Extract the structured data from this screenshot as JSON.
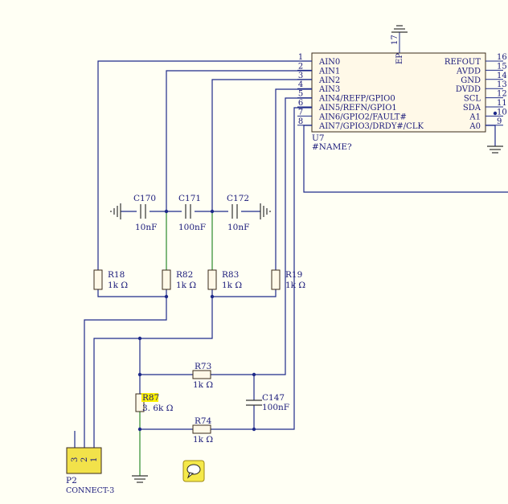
{
  "chip": {
    "designator": "U7",
    "name_field": "#NAME?",
    "ep_label": "EP",
    "ep_pin": "17",
    "left_pins": [
      {
        "num": "1",
        "name": "AIN0"
      },
      {
        "num": "2",
        "name": "AIN1"
      },
      {
        "num": "3",
        "name": "AIN2"
      },
      {
        "num": "4",
        "name": "AIN3"
      },
      {
        "num": "5",
        "name": "AIN4/REFP/GPIO0"
      },
      {
        "num": "6",
        "name": "AIN5/REFN/GPIO1"
      },
      {
        "num": "7",
        "name": "AIN6/GPIO2/FAULT#"
      },
      {
        "num": "8",
        "name": "AIN7/GPIO3/DRDY#/CLK"
      }
    ],
    "right_pins": [
      {
        "num": "16",
        "name": "REFOUT"
      },
      {
        "num": "15",
        "name": "AVDD"
      },
      {
        "num": "14",
        "name": "GND"
      },
      {
        "num": "13",
        "name": "DVDD"
      },
      {
        "num": "12",
        "name": "SCL"
      },
      {
        "num": "11",
        "name": "SDA"
      },
      {
        "num": "10",
        "name": "A1"
      },
      {
        "num": "9",
        "name": "A0"
      }
    ]
  },
  "capacitors": [
    {
      "des": "C170",
      "val": "10nF"
    },
    {
      "des": "C171",
      "val": "100nF"
    },
    {
      "des": "C172",
      "val": "10nF"
    },
    {
      "des": "C147",
      "val": "100nF"
    }
  ],
  "resistors": [
    {
      "des": "R18",
      "val": "1k Ω"
    },
    {
      "des": "R82",
      "val": "1k Ω"
    },
    {
      "des": "R83",
      "val": "1k Ω"
    },
    {
      "des": "R19",
      "val": "1k Ω"
    },
    {
      "des": "R73",
      "val": "1k Ω"
    },
    {
      "des": "R87",
      "val": "3. 6k Ω"
    },
    {
      "des": "R74",
      "val": "1k Ω"
    }
  ],
  "connector": {
    "des": "P2",
    "name": "CONNECT-3",
    "pins": [
      "3",
      "2",
      "1"
    ]
  },
  "colors": {
    "wire": "#1e2a8a",
    "green_wire": "#2c8a2c",
    "body_fill": "#fff9e8",
    "connector_fill": "#f2e24a",
    "highlight": "#fff200",
    "background": "#fffff4"
  },
  "icons": {
    "comment": "speech-bubble-icon"
  }
}
